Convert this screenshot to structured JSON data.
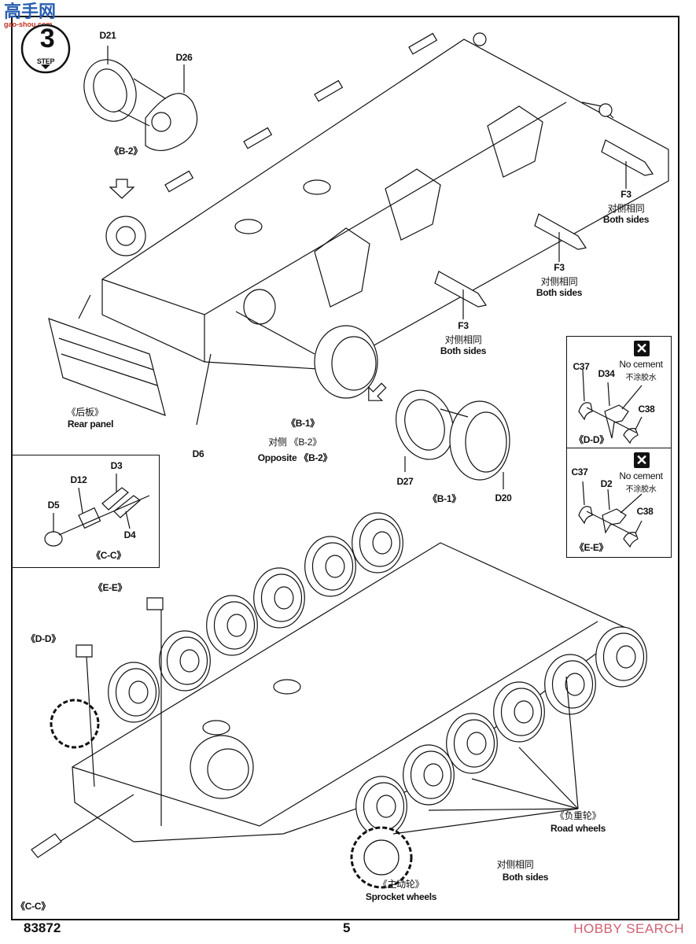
{
  "watermark": {
    "text": "高手网",
    "url_text": "gao-shou.com"
  },
  "step": {
    "label": "STEP",
    "number": "3"
  },
  "top_assembly": {
    "parts": [
      "D21",
      "D26",
      "《B-2》"
    ],
    "f3_callouts": [
      {
        "part": "F3",
        "cn": "对侧相同",
        "en": "Both sides"
      },
      {
        "part": "F3",
        "cn": "对侧相同",
        "en": "Both sides"
      },
      {
        "part": "F3",
        "cn": "对侧相同",
        "en": "Both sides"
      }
    ],
    "rear_panel": {
      "cn": "《后板》",
      "en": "Rear panel"
    },
    "d6": "D6",
    "b1": {
      "label": "《B-1》",
      "cn": "对侧 《B-2》",
      "en": "Opposite 《B-2》"
    },
    "b1_detail": {
      "d27": "D27",
      "label": "《B-1》",
      "d20": "D20"
    }
  },
  "cc_box": {
    "parts": [
      "D3",
      "D12",
      "D5",
      "D4"
    ],
    "label": "《C-C》"
  },
  "dd_box": {
    "parts": [
      "C37",
      "D34",
      "C38"
    ],
    "no_cement_en": "No cement",
    "no_cement_cn": "不涂胶水",
    "label": "《D-D》",
    "icon": "no-cement-x-icon"
  },
  "ee_box": {
    "parts": [
      "C37",
      "D2",
      "C38"
    ],
    "no_cement_en": "No cement",
    "no_cement_cn": "不涂胶水",
    "label": "《E-E》",
    "icon": "no-cement-x-icon"
  },
  "bottom_assembly": {
    "ee": "《E-E》",
    "dd": "《D-D》",
    "cc": "《C-C》",
    "road_wheels": {
      "cn": "《负重轮》",
      "en": "Road  wheels"
    },
    "both_sides": {
      "cn": "对侧相同",
      "en": "Both sides"
    },
    "sprocket": {
      "cn": "《主动轮》",
      "en": "Sprocket wheels"
    }
  },
  "footer": {
    "kit_number": "83872",
    "page": "5",
    "source": "HOBBY SEARCH"
  }
}
